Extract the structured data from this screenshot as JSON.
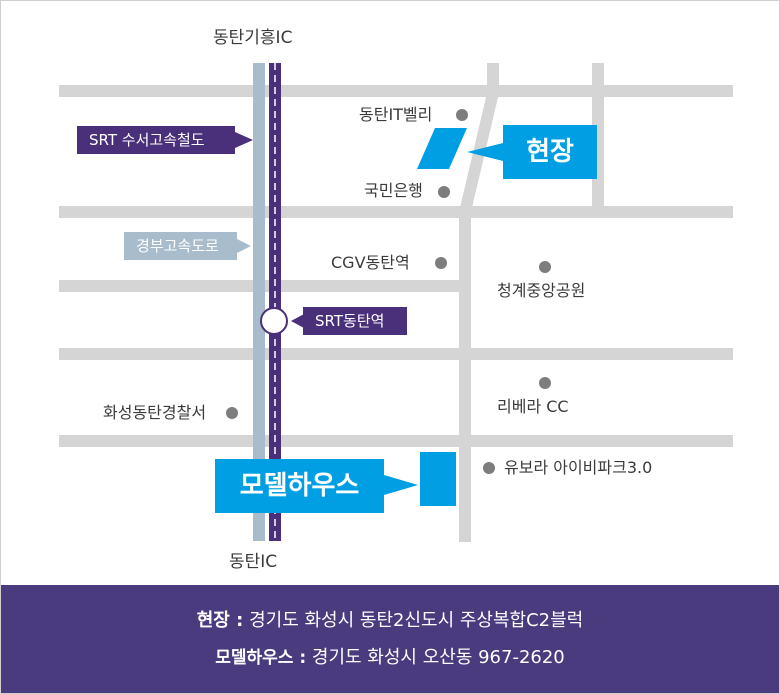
{
  "map": {
    "top_label": "동탄기흥IC",
    "bottom_label": "동탄IC",
    "srt_line_label": "SRT 수서고속철도",
    "expressway_label": "경부고속도로",
    "srt_station_label": "SRT동탄역",
    "site_callout": "현장",
    "modelhouse_callout": "모델하우스",
    "landmarks": {
      "it_valley": "동탄IT벨리",
      "kookmin_bank": "국민은행",
      "cgv": "CGV동탄역",
      "park": "청계중앙공원",
      "police": "화성동탄경찰서",
      "riviera": "리베라 CC",
      "iviparc": "유보라 아이비파크3.0"
    },
    "colors": {
      "road": "#d5d5d5",
      "expressway": "#a9bccb",
      "srt": "#4a2f7a",
      "accent": "#009fe3",
      "footer": "#4a3a7e"
    }
  },
  "footer": {
    "site_label": "현장 :",
    "site_address": "경기도 화성시 동탄2신도시 주상복합C2블럭",
    "modelhouse_label": "모델하우스 :",
    "modelhouse_address": "경기도 화성시 오산동 967-2620"
  }
}
